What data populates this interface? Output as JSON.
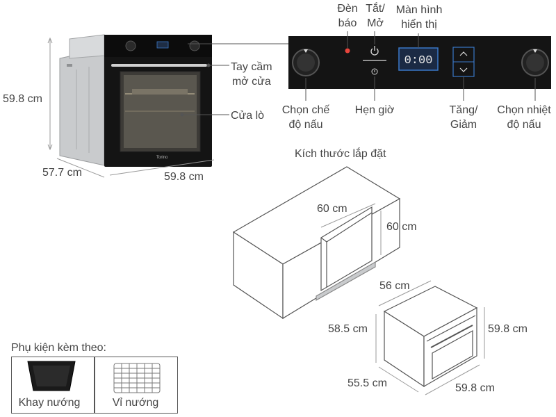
{
  "oven": {
    "height": "59.8 cm",
    "depth": "57.7 cm",
    "width": "59.8 cm",
    "brand": "Torino",
    "door_handle": "Tay cầm\nmở cửa",
    "oven_door": "Cửa lò"
  },
  "panel": {
    "indicator_light": "Đèn\nbáo",
    "on_off": "Tắt/\nMở",
    "display": "Màn hình\nhiển thị",
    "display_value": "0:00",
    "mode_knob": "Chọn chế\nđộ nấu",
    "timer": "Hẹn giờ",
    "up_down": "Tăng/\nGiảm",
    "temp_knob": "Chọn nhiệt\nđộ nấu"
  },
  "installation": {
    "title": "Kích thước lắp đặt",
    "cabinet_width": "60 cm",
    "cabinet_height": "60 cm",
    "oven_depth": "56 cm",
    "oven_inner_height": "58.5 cm",
    "oven_height": "59.8 cm",
    "oven_bottom_depth": "55.5 cm",
    "oven_width": "59.8 cm"
  },
  "accessories": {
    "title": "Phụ kiện kèm theo:",
    "items": [
      {
        "label": "Khay nướng",
        "icon": "baking-tray-icon"
      },
      {
        "label": "Vỉ nướng",
        "icon": "wire-rack-icon"
      }
    ]
  },
  "colors": {
    "oven_black": "#141414",
    "indicator_red": "#e8453c",
    "display_blue": "#3a78c8"
  }
}
